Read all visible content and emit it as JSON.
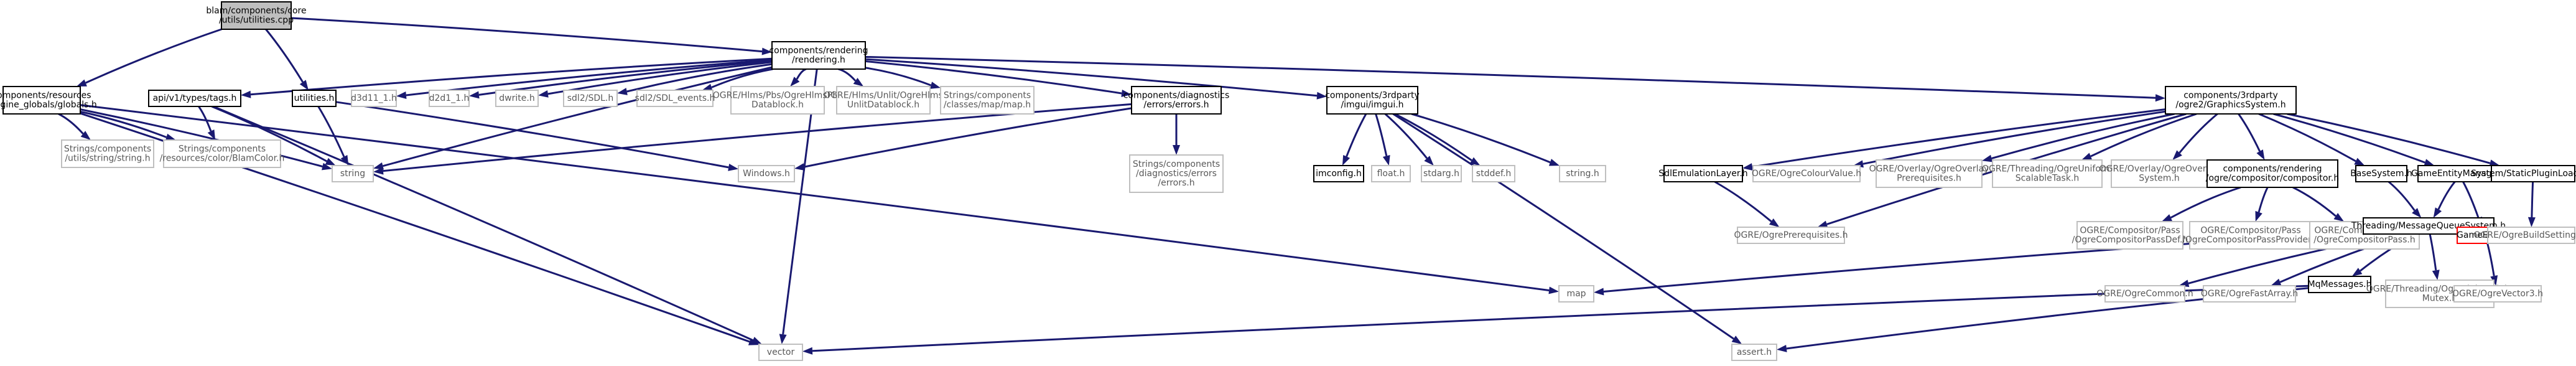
{
  "graph": {
    "colors": {
      "edge": "#191970",
      "root_fill": "#bfbfbf",
      "node_stroke_documented": "#000000",
      "node_stroke_external": "#bfbfbf",
      "node_stroke_missing": "#ff0000",
      "text_documented": "#000000",
      "text_external": "#595959",
      "text_missing": "#000000"
    },
    "nodes": [
      {
        "id": "root",
        "label": [
          "blam/components/core",
          "/utils/utilities.cpp"
        ],
        "kind": "root"
      },
      {
        "id": "globals",
        "label": [
          "components/resources",
          "/engine_globals/globals.h"
        ],
        "kind": "documented"
      },
      {
        "id": "rendering",
        "label": [
          "components/rendering",
          "/rendering.h"
        ],
        "kind": "documented"
      },
      {
        "id": "utilities",
        "label": [
          "utilities.h"
        ],
        "kind": "documented"
      },
      {
        "id": "tags",
        "label": [
          "api/v1/types/tags.h"
        ],
        "kind": "documented"
      },
      {
        "id": "errors",
        "label": [
          "components/diagnostics",
          "/errors/errors.h"
        ],
        "kind": "documented"
      },
      {
        "id": "imgui",
        "label": [
          "components/3rdparty",
          "/imgui/imgui.h"
        ],
        "kind": "documented"
      },
      {
        "id": "graphics",
        "label": [
          "components/3rdparty",
          "/ogre2/GraphicsSystem.h"
        ],
        "kind": "documented"
      },
      {
        "id": "d3d11",
        "label": [
          "d3d11_1.h"
        ],
        "kind": "external"
      },
      {
        "id": "d2d1",
        "label": [
          "d2d1_1.h"
        ],
        "kind": "external"
      },
      {
        "id": "dwrite",
        "label": [
          "dwrite.h"
        ],
        "kind": "external"
      },
      {
        "id": "sdl",
        "label": [
          "sdl2/SDL.h"
        ],
        "kind": "external"
      },
      {
        "id": "sdlevents",
        "label": [
          "sdl2/SDL_events.h"
        ],
        "kind": "external"
      },
      {
        "id": "pbs",
        "label": [
          "OGRE/Hlms/Pbs/OgreHlmsPbs",
          "Datablock.h"
        ],
        "kind": "external"
      },
      {
        "id": "unlit",
        "label": [
          "OGRE/Hlms/Unlit/OgreHlms",
          "UnlitDatablock.h"
        ],
        "kind": "external"
      },
      {
        "id": "mapstr",
        "label": [
          "Strings/components",
          "/classes/map/map.h"
        ],
        "kind": "external"
      },
      {
        "id": "strstr",
        "label": [
          "Strings/components",
          "/utils/string/string.h"
        ],
        "kind": "external"
      },
      {
        "id": "blamcolor",
        "label": [
          "Strings/components",
          "/resources/color/BlamColor.h"
        ],
        "kind": "external"
      },
      {
        "id": "errstr",
        "label": [
          "Strings/components",
          "/diagnostics/errors",
          "/errors.h"
        ],
        "kind": "external"
      },
      {
        "id": "string",
        "label": [
          "string"
        ],
        "kind": "external"
      },
      {
        "id": "windows",
        "label": [
          "Windows.h"
        ],
        "kind": "external"
      },
      {
        "id": "imconfig",
        "label": [
          "imconfig.h"
        ],
        "kind": "documented"
      },
      {
        "id": "float",
        "label": [
          "float.h"
        ],
        "kind": "external"
      },
      {
        "id": "stdarg",
        "label": [
          "stdarg.h"
        ],
        "kind": "external"
      },
      {
        "id": "stddef",
        "label": [
          "stddef.h"
        ],
        "kind": "external"
      },
      {
        "id": "stringh",
        "label": [
          "string.h"
        ],
        "kind": "external"
      },
      {
        "id": "sdlemu",
        "label": [
          "SdlEmulationLayer.h"
        ],
        "kind": "documented"
      },
      {
        "id": "colourval",
        "label": [
          "OGRE/OgreColourValue.h"
        ],
        "kind": "external"
      },
      {
        "id": "overlayprereq",
        "label": [
          "OGRE/Overlay/OgreOverlay",
          "Prerequisites.h"
        ],
        "kind": "external"
      },
      {
        "id": "uniform",
        "label": [
          "OGRE/Threading/OgreUniform",
          "ScalableTask.h"
        ],
        "kind": "external"
      },
      {
        "id": "overlaysys",
        "label": [
          "OGRE/Overlay/OgreOverlay",
          "System.h"
        ],
        "kind": "external"
      },
      {
        "id": "compositor",
        "label": [
          "components/rendering",
          "/ogre/compositor/compositor.h"
        ],
        "kind": "documented"
      },
      {
        "id": "basesystem",
        "label": [
          "BaseSystem.h"
        ],
        "kind": "documented"
      },
      {
        "id": "gem",
        "label": [
          "GameEntityManager.h"
        ],
        "kind": "documented"
      },
      {
        "id": "staticplugin",
        "label": [
          "System/StaticPluginLoader.h"
        ],
        "kind": "documented"
      },
      {
        "id": "ogreprereq",
        "label": [
          "OGRE/OgrePrerequisites.h"
        ],
        "kind": "external"
      },
      {
        "id": "passdef",
        "label": [
          "OGRE/Compositor/Pass",
          "/OgreCompositorPassDef.h"
        ],
        "kind": "external"
      },
      {
        "id": "passprov",
        "label": [
          "OGRE/Compositor/Pass",
          "/OgreCompositorPassProvider.h"
        ],
        "kind": "external"
      },
      {
        "id": "compopass",
        "label": [
          "OGRE/Compositor/Pass",
          "/OgreCompositorPass.h"
        ],
        "kind": "external"
      },
      {
        "id": "mqs",
        "label": [
          "Threading/MessageQueueSystem.h"
        ],
        "kind": "documented"
      },
      {
        "id": "gameentity",
        "label": [
          "GameEntity.h"
        ],
        "kind": "missing"
      },
      {
        "id": "buildsettings",
        "label": [
          "OGRE/OgreBuildSettings.h"
        ],
        "kind": "external"
      },
      {
        "id": "map",
        "label": [
          "map"
        ],
        "kind": "external"
      },
      {
        "id": "ogrecommon",
        "label": [
          "OGRE/OgreCommon.h"
        ],
        "kind": "external"
      },
      {
        "id": "fastarray",
        "label": [
          "OGRE/OgreFastArray.h"
        ],
        "kind": "external"
      },
      {
        "id": "mqmessages",
        "label": [
          "MqMessages.h"
        ],
        "kind": "documented"
      },
      {
        "id": "lwmutex",
        "label": [
          "OGRE/Threading/OgreLightweight",
          "Mutex.h"
        ],
        "kind": "external"
      },
      {
        "id": "vector3",
        "label": [
          "OGRE/OgreVector3.h"
        ],
        "kind": "external"
      },
      {
        "id": "vector",
        "label": [
          "vector"
        ],
        "kind": "external"
      },
      {
        "id": "assert",
        "label": [
          "assert.h"
        ],
        "kind": "external"
      }
    ],
    "edges": [
      [
        "root",
        "globals"
      ],
      [
        "root",
        "utilities"
      ],
      [
        "root",
        "rendering"
      ],
      [
        "globals",
        "strstr"
      ],
      [
        "globals",
        "blamcolor"
      ],
      [
        "globals",
        "map"
      ],
      [
        "globals",
        "vector"
      ],
      [
        "globals",
        "string"
      ],
      [
        "utilities",
        "string"
      ],
      [
        "utilities",
        "windows"
      ],
      [
        "tags",
        "string"
      ],
      [
        "tags",
        "blamcolor"
      ],
      [
        "tags",
        "vector"
      ],
      [
        "rendering",
        "tags"
      ],
      [
        "rendering",
        "d3d11"
      ],
      [
        "rendering",
        "d2d1"
      ],
      [
        "rendering",
        "dwrite"
      ],
      [
        "rendering",
        "sdl"
      ],
      [
        "rendering",
        "sdlevents"
      ],
      [
        "rendering",
        "pbs"
      ],
      [
        "rendering",
        "unlit"
      ],
      [
        "rendering",
        "mapstr"
      ],
      [
        "rendering",
        "errors"
      ],
      [
        "rendering",
        "imgui"
      ],
      [
        "rendering",
        "graphics"
      ],
      [
        "rendering",
        "string"
      ],
      [
        "rendering",
        "vector"
      ],
      [
        "errors",
        "errstr"
      ],
      [
        "errors",
        "windows"
      ],
      [
        "errors",
        "string"
      ],
      [
        "imgui",
        "imconfig"
      ],
      [
        "imgui",
        "float"
      ],
      [
        "imgui",
        "stdarg"
      ],
      [
        "imgui",
        "stddef"
      ],
      [
        "imgui",
        "stringh"
      ],
      [
        "imgui",
        "assert"
      ],
      [
        "graphics",
        "sdlemu"
      ],
      [
        "graphics",
        "colourval"
      ],
      [
        "graphics",
        "overlayprereq"
      ],
      [
        "graphics",
        "uniform"
      ],
      [
        "graphics",
        "overlaysys"
      ],
      [
        "graphics",
        "compositor"
      ],
      [
        "graphics",
        "basesystem"
      ],
      [
        "graphics",
        "gem"
      ],
      [
        "graphics",
        "staticplugin"
      ],
      [
        "graphics",
        "ogreprereq"
      ],
      [
        "sdlemu",
        "ogreprereq"
      ],
      [
        "compositor",
        "passdef"
      ],
      [
        "compositor",
        "passprov"
      ],
      [
        "compositor",
        "compopass"
      ],
      [
        "basesystem",
        "mqs"
      ],
      [
        "gem",
        "mqs"
      ],
      [
        "gem",
        "gameentity"
      ],
      [
        "gameentity",
        "vector3"
      ],
      [
        "staticplugin",
        "buildsettings"
      ],
      [
        "mqs",
        "map"
      ],
      [
        "mqs",
        "ogrecommon"
      ],
      [
        "mqs",
        "fastarray"
      ],
      [
        "mqs",
        "mqmessages"
      ],
      [
        "mqs",
        "lwmutex"
      ],
      [
        "mqmessages",
        "vector"
      ],
      [
        "mqmessages",
        "assert"
      ]
    ]
  }
}
